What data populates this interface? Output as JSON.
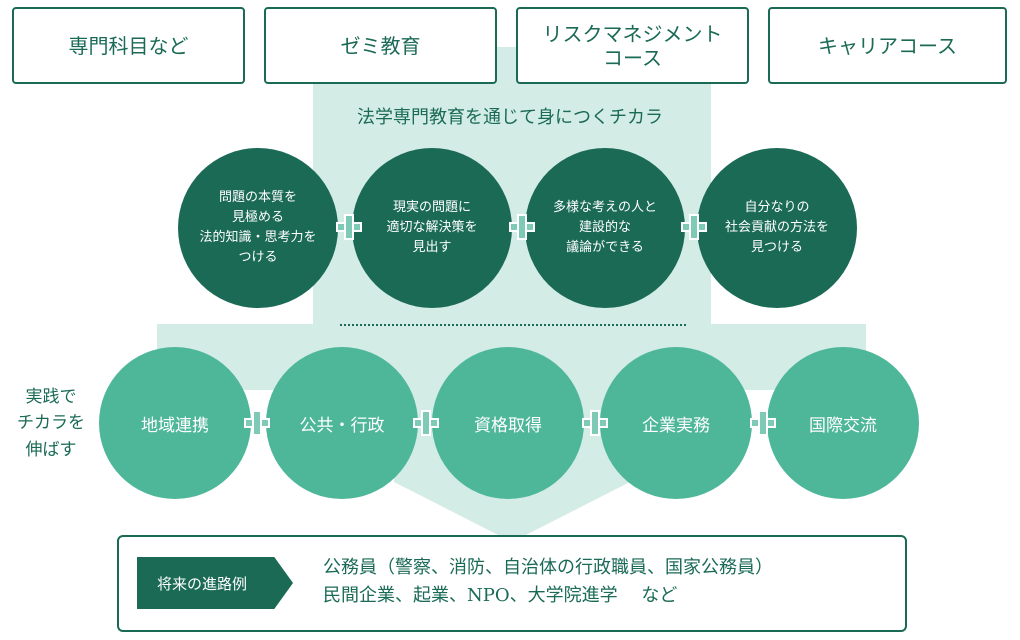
{
  "top_boxes": [
    "専門科目など",
    "ゼミ教育",
    "リスクマネジメント\nコース",
    "キャリアコース"
  ],
  "section_title": "法学専門教育を通じて身につくチカラ",
  "abilities": [
    "問題の本質を\n見極める\n法的知識・思考力を\nつける",
    "現実の問題に\n適切な解決策を\n見出す",
    "多様な考えの人と\n建設的な\n議論ができる",
    "自分なりの\n社会貢献の方法を\n見つける"
  ],
  "side_label": "実践で\nチカラを\n伸ばす",
  "practice_areas": [
    "地域連携",
    "公共・行政",
    "資格取得",
    "企業実務",
    "国際交流"
  ],
  "career": {
    "tag": "将来の進路例",
    "line1": "公務員（警察、消防、自治体の行政職員、国家公務員）",
    "line2": "民間企業、起業、NPO、大学院進学　 など"
  },
  "colors": {
    "dark_green": "#1a6a56",
    "medium_green": "#4eb79a",
    "light_green": "#d3ece5",
    "plus_green": "#7ecab6"
  }
}
